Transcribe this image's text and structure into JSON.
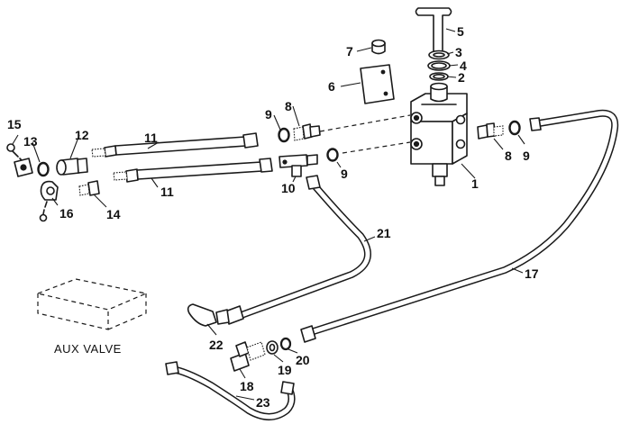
{
  "diagram": {
    "box_label": "AUX VALVE",
    "callouts": {
      "c1": "1",
      "c2": "2",
      "c3": "3",
      "c4": "4",
      "c5": "5",
      "c6": "6",
      "c7": "7",
      "c8a": "8",
      "c8b": "8",
      "c9a": "9",
      "c9b": "9",
      "c9c": "9",
      "c10": "10",
      "c11a": "11",
      "c11b": "11",
      "c12": "12",
      "c13": "13",
      "c14": "14",
      "c15": "15",
      "c16": "16",
      "c17": "17",
      "c18": "18",
      "c19": "19",
      "c20": "20",
      "c21": "21",
      "c22": "22",
      "c23": "23"
    }
  }
}
